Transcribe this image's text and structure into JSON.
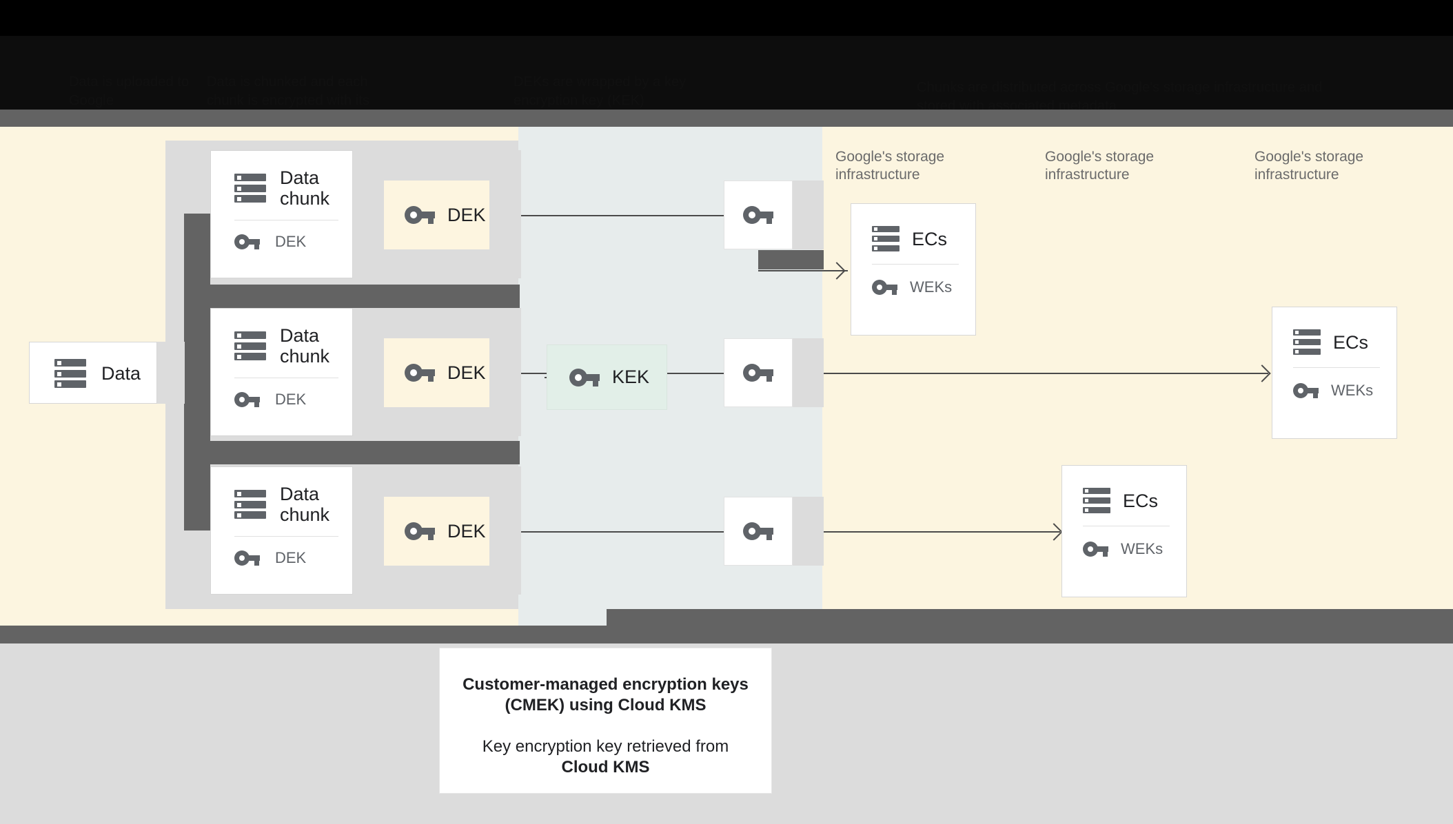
{
  "header": {
    "col1": "Data is uploaded to Google",
    "col2": "Data is chunked and each chunk is encrypted with its own key",
    "col3": "DEKs are wrapped by a key encryption key (KEK)",
    "col4": "Chunks are distributed across Google's storage infrastructure and stored with associated metadata",
    "veiled": true
  },
  "bands": [
    {
      "name": "ingest",
      "color": "#fcf5e0"
    },
    {
      "name": "chunk-encrypt",
      "color": "#dcdcdc"
    },
    {
      "name": "kek-wrap",
      "color": "#e7ecec"
    },
    {
      "name": "storage",
      "color": "#fcf5e0"
    }
  ],
  "nodes": {
    "data": {
      "title": "Data",
      "icon": "database-icon"
    },
    "data_chunks": [
      {
        "title": "Data chunk",
        "key_label": "DEK"
      },
      {
        "title": "Data chunk",
        "key_label": "DEK"
      },
      {
        "title": "Data chunk",
        "key_label": "DEK"
      }
    ],
    "deks": [
      {
        "label": "DEK"
      },
      {
        "label": "DEK"
      },
      {
        "label": "DEK"
      }
    ],
    "kek": {
      "label": "KEK",
      "color": "#e2efe8"
    },
    "wrapped_keys": [
      {
        "icon": "key-icon"
      },
      {
        "icon": "key-icon"
      },
      {
        "icon": "key-icon"
      }
    ],
    "storage_cards": [
      {
        "title": "ECs",
        "key_label": "WEKs"
      },
      {
        "title": "ECs",
        "key_label": "WEKs"
      },
      {
        "title": "ECs",
        "key_label": "WEKs"
      }
    ],
    "infra_labels": [
      "Google's storage\ninfrastructure",
      "Google's storage\ninfrastructure",
      "Google's storage\ninfrastructure"
    ]
  },
  "caption": {
    "line1": "Customer-managed encryption keys",
    "line2": "(CMEK) using Cloud KMS",
    "line3": "Key encryption key retrieved from",
    "line4": "Cloud KMS"
  },
  "colors": {
    "cream": "#fcf5e0",
    "grey_band": "#dcdcdc",
    "blue_grey": "#e7ecec",
    "kek_green": "#e2efe8",
    "dek_cream": "#fdf5e0",
    "icon_grey": "#5f6368",
    "redaction": "#636363",
    "text_dark": "#202124",
    "text_muted": "#6b6b6b"
  }
}
